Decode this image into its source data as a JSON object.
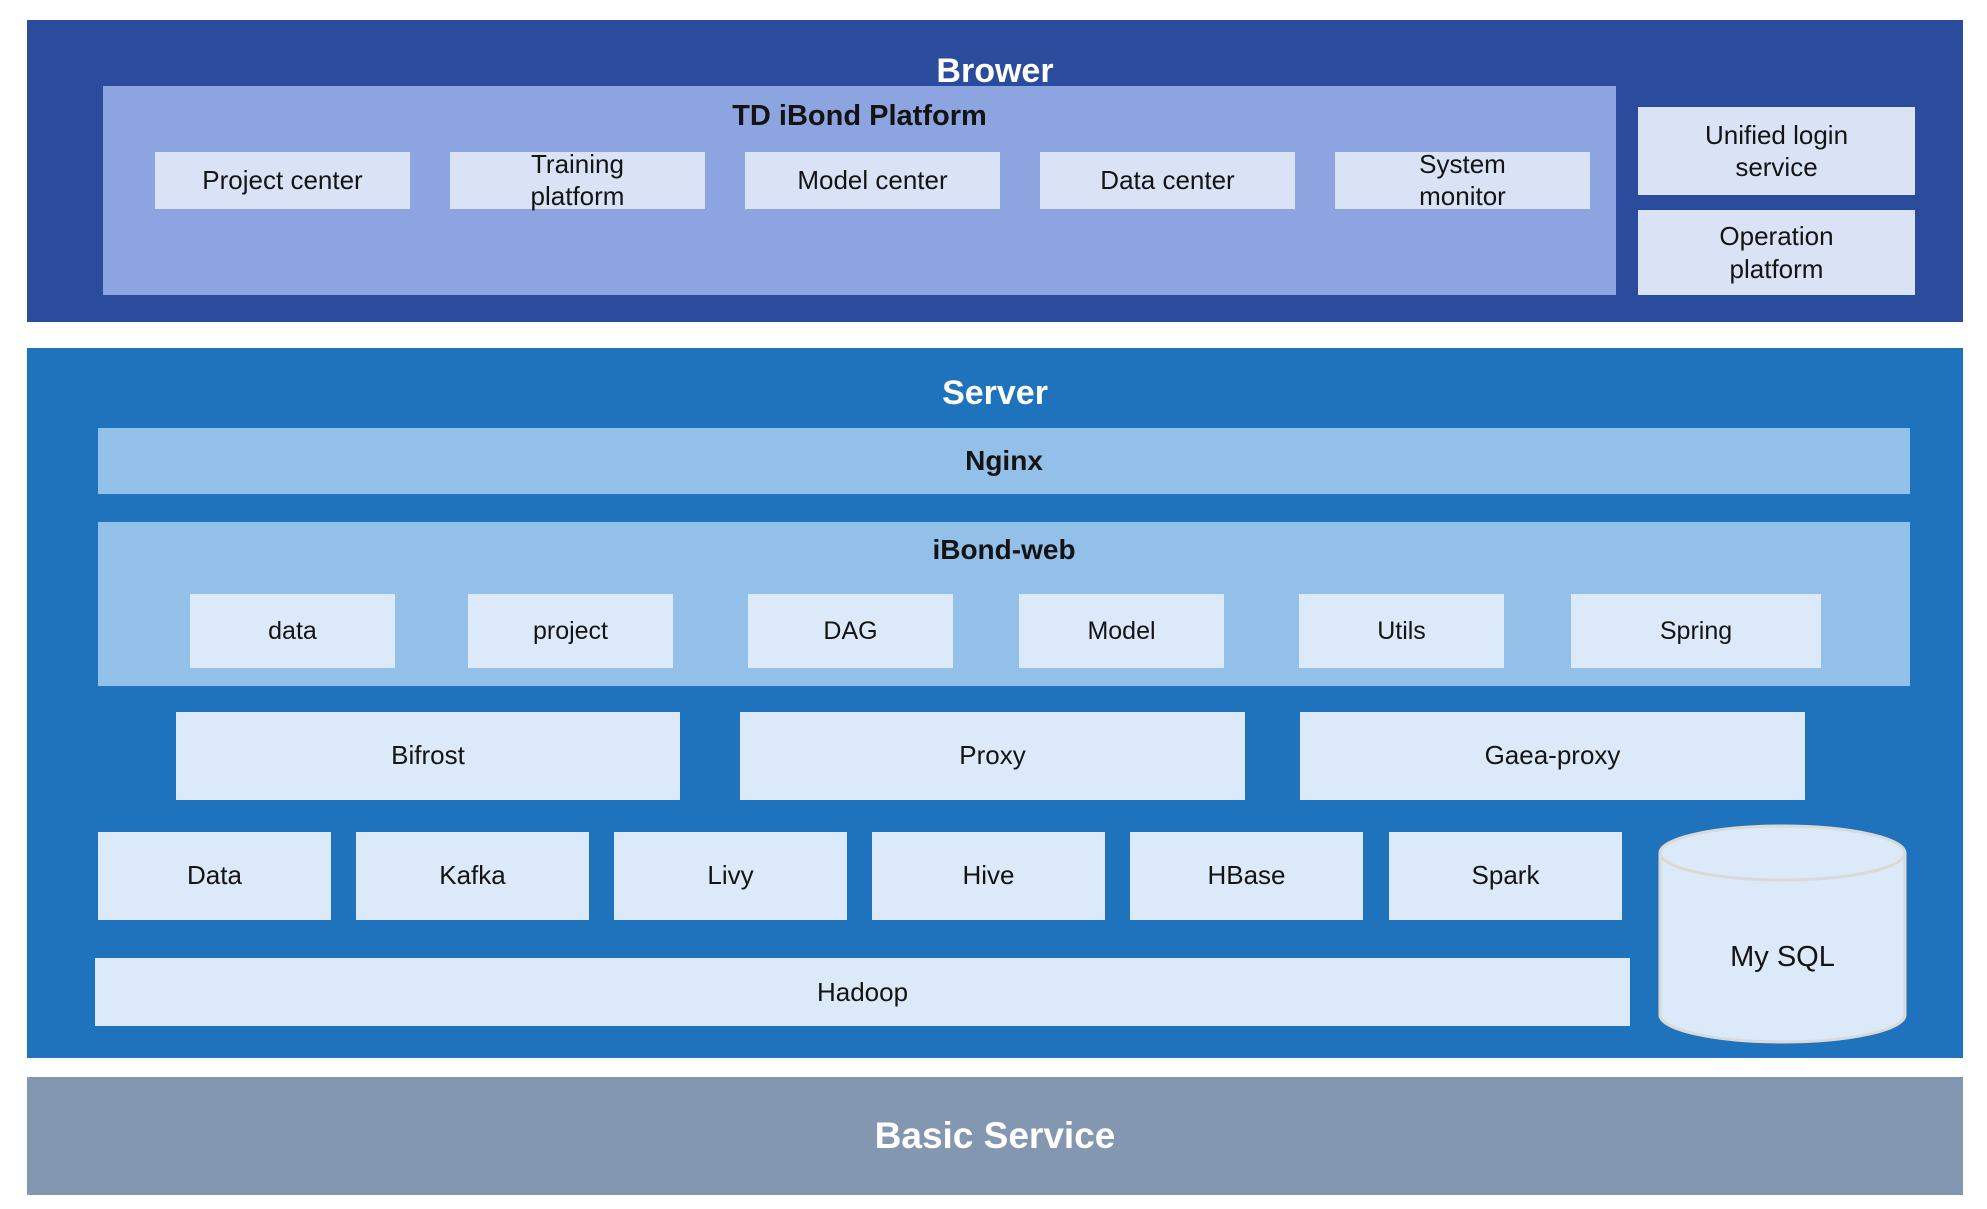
{
  "colors": {
    "browser_band": "#2B4C9D",
    "platform_panel": "#8CA4E0",
    "browser_box": "#DAE3F5",
    "server_band": "#1E73BC",
    "server_panel": "#93C0E8",
    "server_box": "#DCE9F8",
    "basic_band": "#8497B0",
    "cylinder_stroke": "#D9D9D9",
    "title_text": "#FFFFFF",
    "label_text": "#141414"
  },
  "browser": {
    "title": "Brower",
    "platform": {
      "title": "TD iBond Platform",
      "modules": [
        "Project center",
        "Training\nplatform",
        "Model center",
        "Data center",
        "System\nmonitor"
      ]
    },
    "side_services": [
      "Unified login\nservice",
      "Operation\nplatform"
    ]
  },
  "server": {
    "title": "Server",
    "nginx_label": "Nginx",
    "ibond_web": {
      "title": "iBond-web",
      "modules": [
        "data",
        "project",
        "DAG",
        "Model",
        "Utils",
        "Spring"
      ]
    },
    "proxy_row": [
      "Bifrost",
      "Proxy",
      "Gaea-proxy"
    ],
    "data_row": [
      "Data",
      "Kafka",
      "Livy",
      "Hive",
      "HBase",
      "Spark"
    ],
    "hadoop_label": "Hadoop",
    "mysql_label": "My SQL"
  },
  "basic": {
    "title": "Basic Service"
  }
}
